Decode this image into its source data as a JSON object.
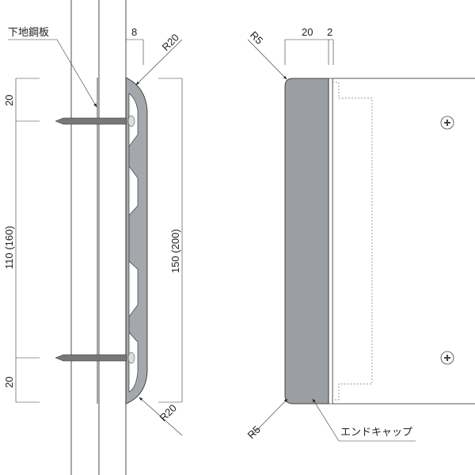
{
  "labels": {
    "base_plate": "下地鋼板",
    "end_cap": "エンドキャップ",
    "dim_8": "8",
    "dim_r20_top": "R20",
    "dim_r20_bottom": "R20",
    "dim_20_top": "20",
    "dim_110": "110 (160)",
    "dim_20_bottom": "20",
    "dim_150": "150 (200)",
    "dim_cap_20": "20",
    "dim_cap_2": "2",
    "dim_r5_top": "R5",
    "dim_r5_bottom": "R5"
  },
  "colors": {
    "cap": "#9b9ea3",
    "rail": "#a4a7ab"
  }
}
